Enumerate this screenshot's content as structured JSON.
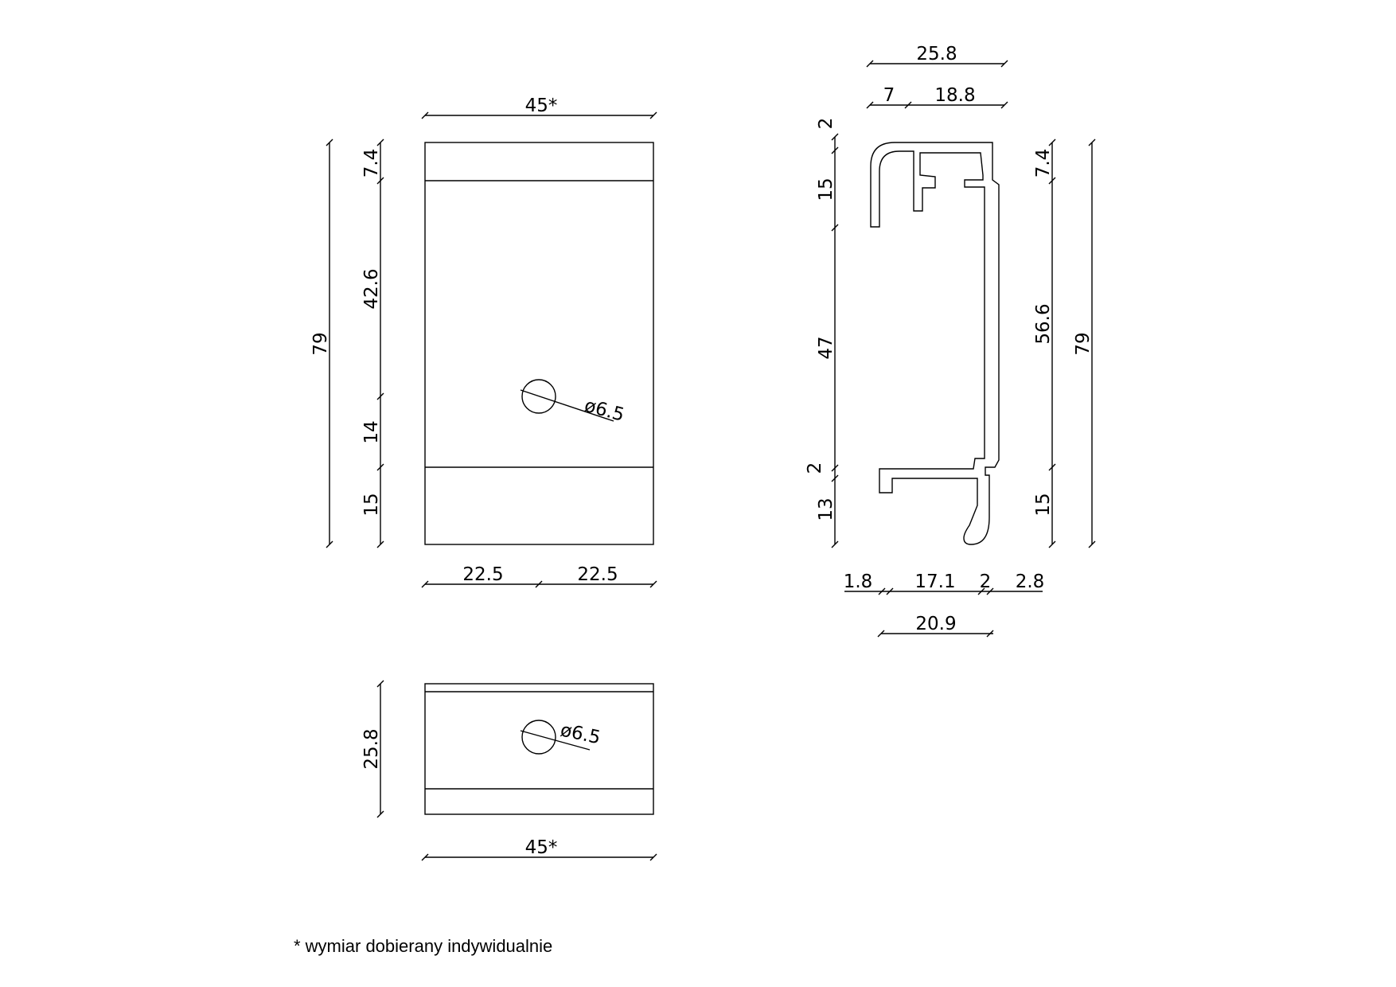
{
  "colors": {
    "ink": "#000000",
    "background": "#ffffff"
  },
  "views": {
    "front": {
      "width_top": "45*",
      "height_total": "79",
      "seg_top": "7.4",
      "seg_upper": "42.6",
      "seg_lower": "14",
      "seg_bottom": "15",
      "half_left": "22.5",
      "half_right": "22.5",
      "hole": "ø6.5"
    },
    "top": {
      "height": "25.8",
      "width_bottom": "45*",
      "hole": "ø6.5"
    },
    "profile": {
      "width_total": "25.8",
      "width_left": "7",
      "width_right": "18.8",
      "left_2_top": "2",
      "left_15": "15",
      "left_47": "47",
      "left_2_bottom": "2",
      "left_13": "13",
      "right_7_4": "7.4",
      "right_56_6": "56.6",
      "right_15": "15",
      "right_79": "79",
      "bottom_1_8": "1.8",
      "bottom_17_1": "17.1",
      "bottom_2": "2",
      "bottom_2_8": "2.8",
      "bottom_20_9": "20.9"
    }
  },
  "footnote": "* wymiar dobierany indywidualnie"
}
